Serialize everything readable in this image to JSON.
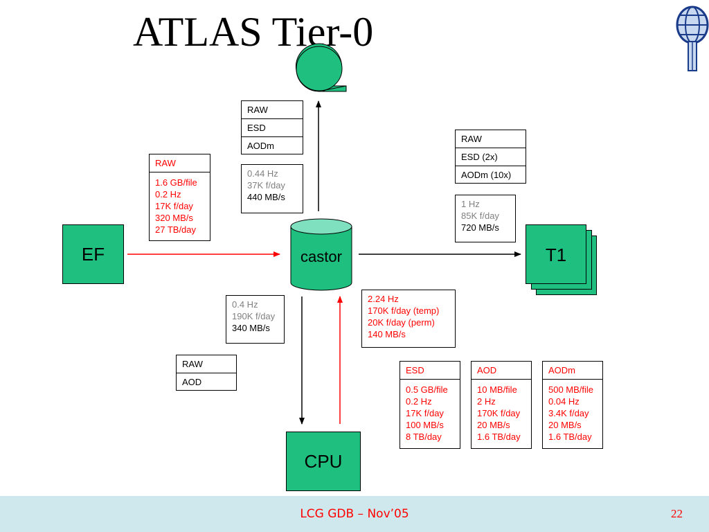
{
  "title": "ATLAS Tier-0",
  "nodes": {
    "ef": "EF",
    "castor": "castor",
    "t1": "T1",
    "cpu": "CPU"
  },
  "tape_output": {
    "formats": [
      "RAW",
      "ESD",
      "AODm"
    ],
    "stats": [
      "0.44 Hz",
      "37K f/day",
      "440 MB/s"
    ]
  },
  "ef_input": {
    "header": "RAW",
    "stats": [
      "1.6 GB/file",
      "0.2 Hz",
      "17K f/day",
      "320 MB/s",
      "27 TB/day"
    ]
  },
  "t1_output": {
    "formats": [
      "RAW",
      "ESD (2x)",
      "AODm (10x)"
    ],
    "stats": [
      "1 Hz",
      "85K f/day",
      "720 MB/s"
    ]
  },
  "cpu_input": {
    "formats": [
      "RAW",
      "AOD"
    ],
    "stats": [
      "0.4 Hz",
      "190K f/day",
      "340 MB/s"
    ]
  },
  "cpu_output_stats": [
    "2.24 Hz",
    "170K f/day (temp)",
    "20K f/day (perm)",
    "140 MB/s"
  ],
  "products": [
    {
      "header": "ESD",
      "stats": [
        "0.5 GB/file",
        "0.2 Hz",
        "17K f/day",
        "100 MB/s",
        "8 TB/day"
      ]
    },
    {
      "header": "AOD",
      "stats": [
        "10 MB/file",
        "2 Hz",
        "170K f/day",
        "20 MB/s",
        "1.6 TB/day"
      ]
    },
    {
      "header": "AODm",
      "stats": [
        "500 MB/file",
        "0.04 Hz",
        "3.4K f/day",
        "20 MB/s",
        "1.6 TB/day"
      ]
    }
  ],
  "footer": {
    "text": "LCG GDB – Nov’05",
    "page": "22"
  },
  "colors": {
    "node_fill": "#1fbf7f",
    "footer_bg": "#cfe8ee",
    "accent_red": "#ff0000",
    "muted_gray": "#808080"
  }
}
